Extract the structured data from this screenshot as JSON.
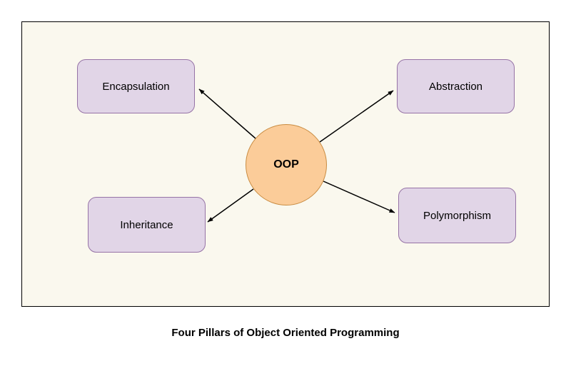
{
  "diagram": {
    "caption": "Four Pillars of Object Oriented Programming",
    "center": {
      "label": "OOP"
    },
    "nodes": [
      {
        "id": "encapsulation",
        "label": "Encapsulation",
        "position": "top-left"
      },
      {
        "id": "abstraction",
        "label": "Abstraction",
        "position": "top-right"
      },
      {
        "id": "inheritance",
        "label": "Inheritance",
        "position": "bottom-left"
      },
      {
        "id": "polymorphism",
        "label": "Polymorphism",
        "position": "bottom-right"
      }
    ],
    "edges": [
      {
        "from": "OOP",
        "to": "Encapsulation",
        "arrowhead": "at-node"
      },
      {
        "from": "OOP",
        "to": "Abstraction",
        "arrowhead": "at-node"
      },
      {
        "from": "OOP",
        "to": "Inheritance",
        "arrowhead": "at-node"
      },
      {
        "from": "OOP",
        "to": "Polymorphism",
        "arrowhead": "at-node"
      }
    ],
    "colors": {
      "node_fill": "#e1d5e7",
      "node_border": "#9673a6",
      "center_fill": "#fbcc99",
      "center_border": "#c98c42",
      "canvas_background": "#faf8ee",
      "canvas_border": "#000000",
      "arrow": "#000000"
    }
  }
}
